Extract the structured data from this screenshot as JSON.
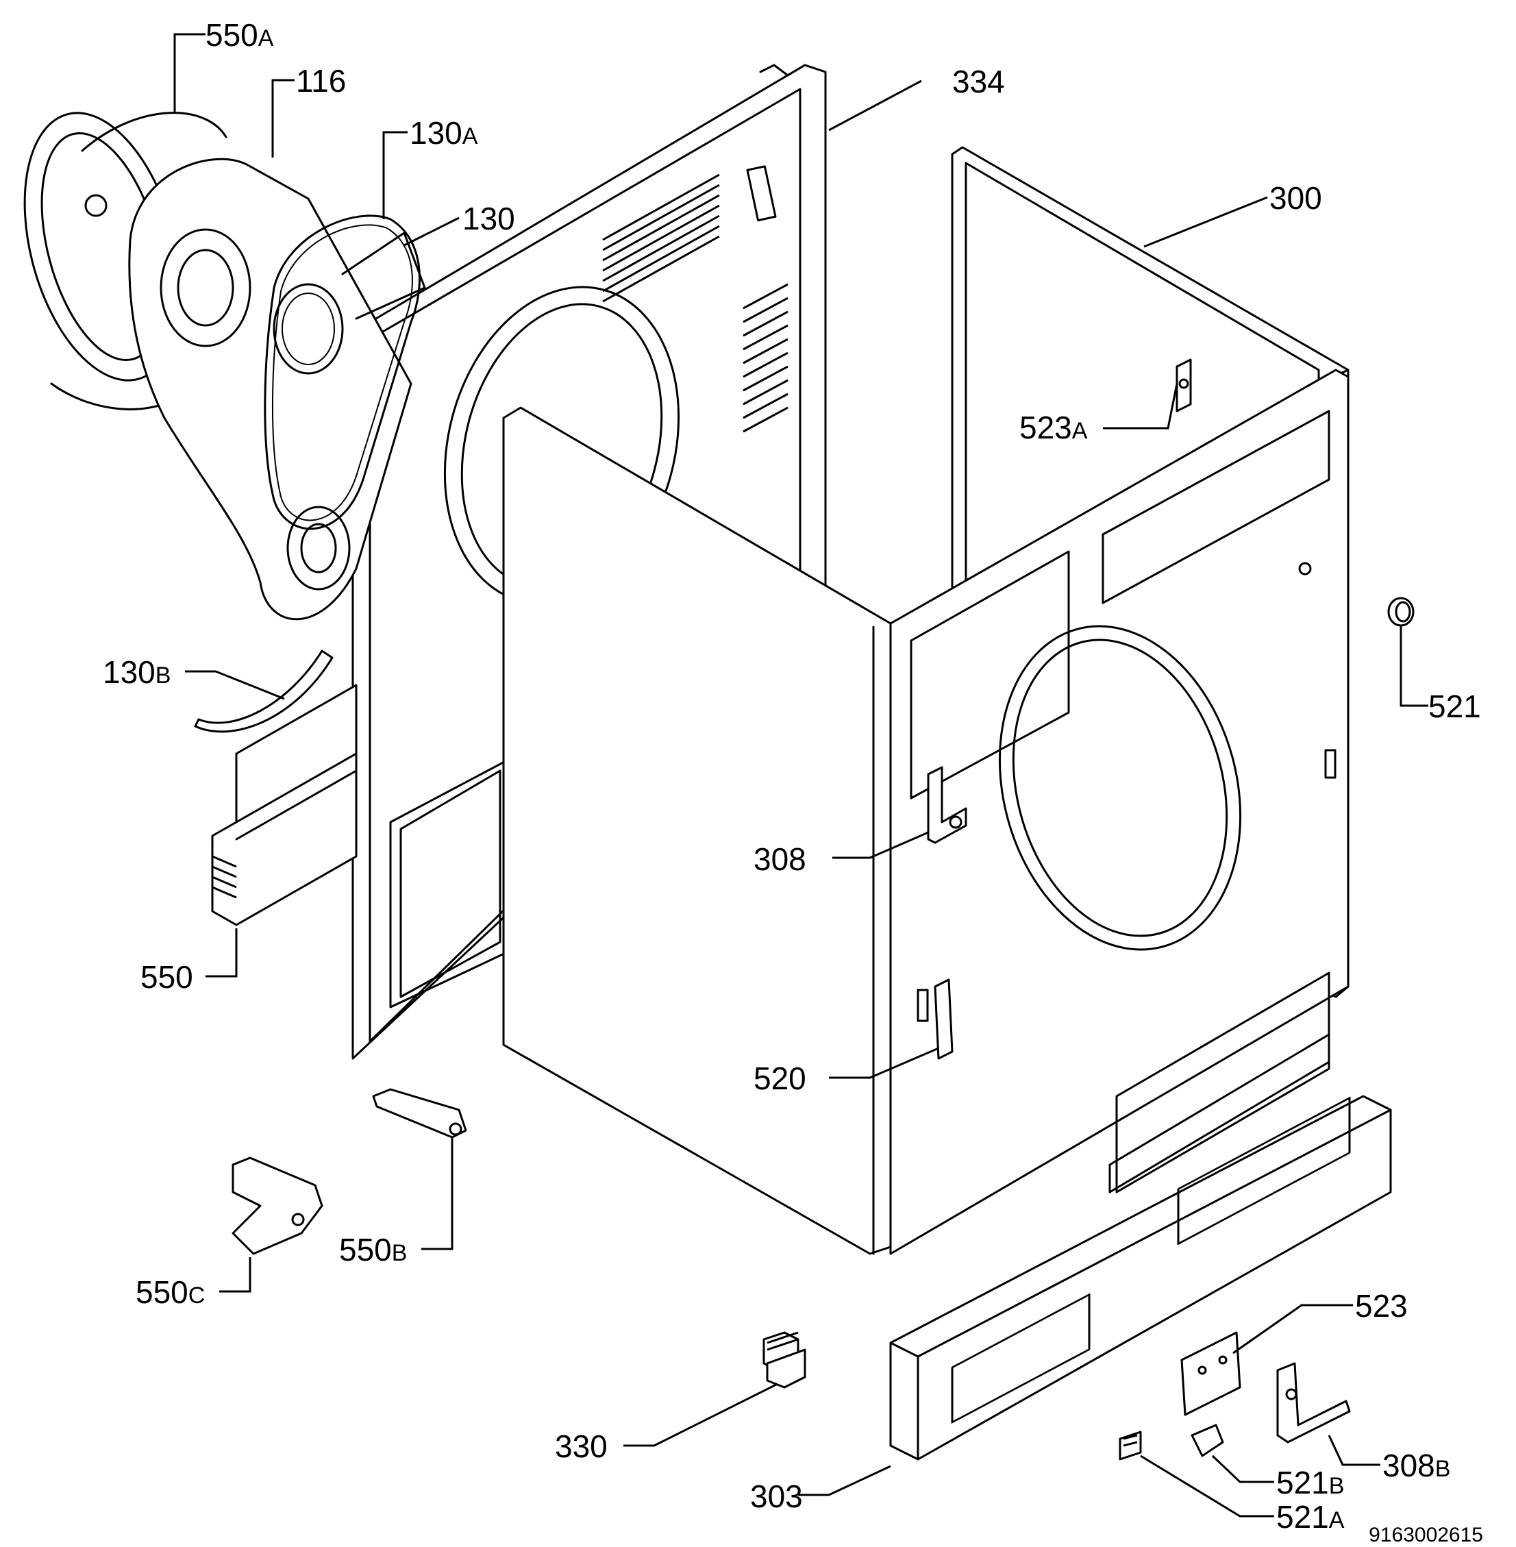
{
  "labels": {
    "p550a": {
      "num": "550",
      "suffix": "A"
    },
    "p116": "116",
    "p130a": {
      "num": "130",
      "suffix": "A"
    },
    "p130": "130",
    "p334": "334",
    "p300": "300",
    "p523a": {
      "num": "523",
      "suffix": "A"
    },
    "p521": "521",
    "p130b": {
      "num": "130",
      "suffix": "B"
    },
    "p308": "308",
    "p550": "550",
    "p520": "520",
    "p550b": {
      "num": "550",
      "suffix": "B"
    },
    "p550c": {
      "num": "550",
      "suffix": "C"
    },
    "p523": "523",
    "p330": "330",
    "p308b": {
      "num": "308",
      "suffix": "B"
    },
    "p303": "303",
    "p521b": {
      "num": "521",
      "suffix": "B"
    },
    "p521a": {
      "num": "521",
      "suffix": "A"
    }
  },
  "drawing_code": "9163002615"
}
